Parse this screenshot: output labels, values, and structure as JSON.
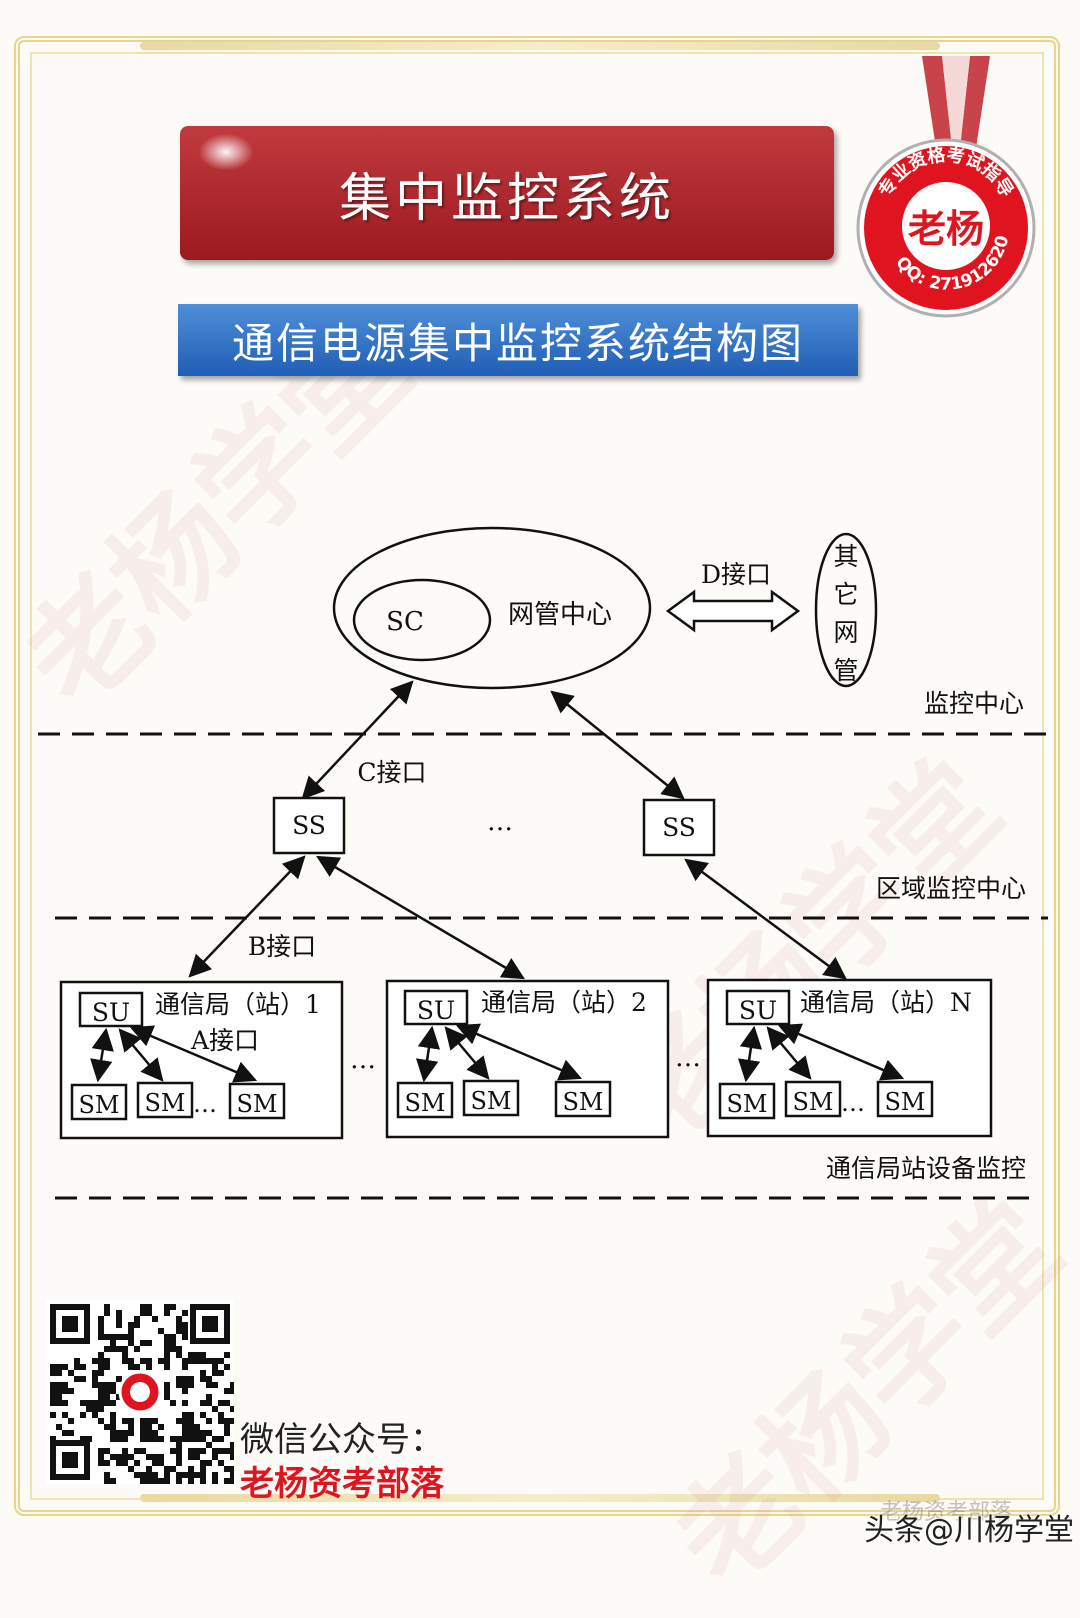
{
  "header": {
    "title": "集中监控系统",
    "subtitle": "通信电源集中监控系统结构图"
  },
  "seal": {
    "center_text": "老杨",
    "ring_text": "专业资格考试指导",
    "qq_text": "QQ: 271912620",
    "color": "#e0141e"
  },
  "watermark": {
    "text": "老杨学堂"
  },
  "diagram": {
    "top": {
      "sc": "SC",
      "network_center": "网管中心",
      "d_interface": "D接口",
      "other_network": [
        "其",
        "它",
        "网",
        "管"
      ]
    },
    "levels": {
      "monitor_center": "监控中心",
      "regional_center": "区域监控中心",
      "station_monitor": "通信局站设备监控"
    },
    "interfaces": {
      "c": "C接口",
      "b": "B接口",
      "a": "A接口"
    },
    "ss_nodes": [
      "SS",
      "SS"
    ],
    "ellipsis": "…",
    "stations": [
      {
        "su": "SU",
        "label": "通信局（站）1",
        "sms": [
          "SM",
          "SM",
          "SM"
        ],
        "has_ellipsis": true
      },
      {
        "su": "SU",
        "label": "通信局（站）2",
        "sms": [
          "SM",
          "SM",
          "SM"
        ],
        "has_ellipsis": false
      },
      {
        "su": "SU",
        "label": "通信局（站）N",
        "sms": [
          "SM",
          "SM",
          "SM"
        ],
        "has_ellipsis": true
      }
    ]
  },
  "footer": {
    "wechat_label": "微信公众号：",
    "account_name": "老杨资考部落",
    "watermark": "头条@川杨学堂",
    "faded_text": "老杨资考部落"
  }
}
